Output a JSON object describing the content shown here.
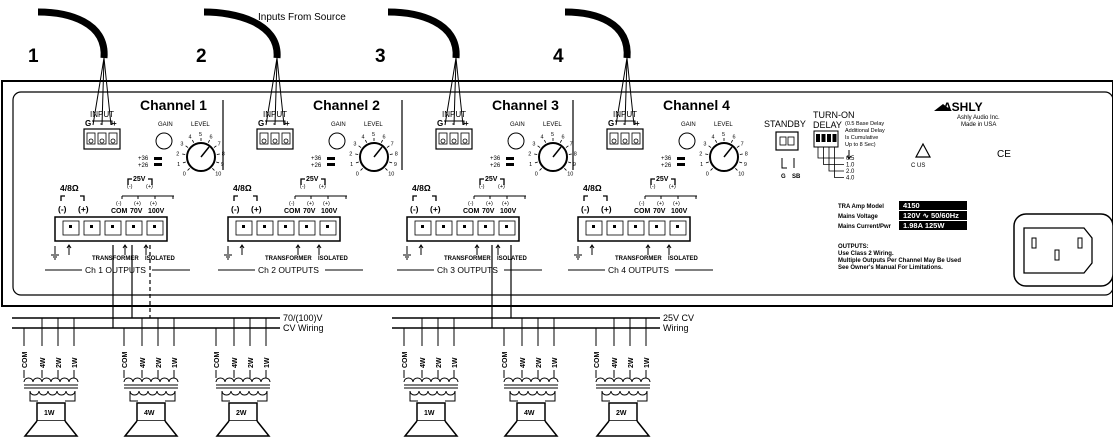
{
  "header": {
    "source_label": "Inputs From Source",
    "cable_numbers": [
      "1",
      "2",
      "3",
      "4"
    ]
  },
  "channels": [
    {
      "title": "Channel 1",
      "outputs_label": "Ch 1 OUTPUTS"
    },
    {
      "title": "Channel 2",
      "outputs_label": "Ch 2 OUTPUTS"
    },
    {
      "title": "Channel 3",
      "outputs_label": "Ch 3 OUTPUTS"
    },
    {
      "title": "Channel 4",
      "outputs_label": "Ch 4 OUTPUTS"
    }
  ],
  "channel_labels": {
    "input": "INPUT",
    "g": "G",
    "minus": "-",
    "plus": "+",
    "gain": "GAIN",
    "plus36": "+36",
    "plus26": "+26",
    "level": "LEVEL",
    "level_ticks": [
      "0",
      "1",
      "2",
      "3",
      "4",
      "5",
      "6",
      "7",
      "8",
      "9",
      "10"
    ],
    "ohms": "4/8Ω",
    "neg": "(-)",
    "pos": "(+)",
    "v25": "25V",
    "com": "COM",
    "v70": "70V",
    "v100": "100V",
    "transformer": "TRANSFORMER",
    "isolated": "ISOLATED"
  },
  "panel": {
    "standby": "STANDBY",
    "standby_g": "G",
    "standby_sb": "SB",
    "turn_on_1": "TURN-ON",
    "turn_on_2": "DELAY",
    "delay_note": [
      "(0.5 Base Delay",
      "Additional Delay",
      "Is Cumulative",
      "Up to 8 Sec)"
    ],
    "delay_values": [
      "0.5",
      "1.0",
      "2.0",
      "4.0"
    ],
    "brand": "ASHLY",
    "brand_line1": "Ashly Audio Inc.",
    "brand_line2": "Made in USA",
    "cert_c_us": "C  US",
    "ce_mark": "CE",
    "specs": [
      {
        "label": "TRA Amp Model",
        "value": "4150"
      },
      {
        "label": "Mains Voltage",
        "value": "120V ∿ 50/60Hz"
      },
      {
        "label": "Mains Current/Pwr",
        "value": "1.98A   125W"
      }
    ],
    "outputs_note": [
      "OUTPUTS:",
      "Use Class 2 Wiring.",
      "Multiple Outputs Per Channel May Be Used",
      "See Owner's Manual For Limitations."
    ]
  },
  "wiring": {
    "left_label_1": "70/(100)V",
    "left_label_2": "CV Wiring",
    "right_label_1": "25V CV",
    "right_label_2": "Wiring",
    "taps": [
      "COM",
      "4W",
      "2W",
      "1W"
    ],
    "speakers_left": [
      "1W",
      "4W",
      "2W"
    ],
    "speakers_right": [
      "1W",
      "4W",
      "2W"
    ]
  }
}
